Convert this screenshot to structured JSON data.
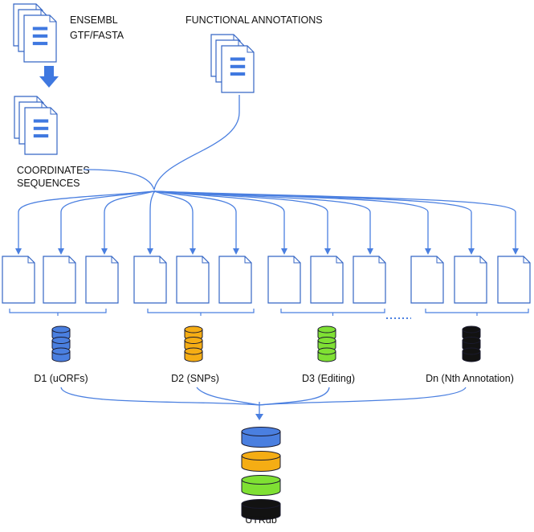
{
  "labels": {
    "source": [
      "ENSEMBL",
      "GTF/FASTA"
    ],
    "functional": "FUNCTIONAL ANNOTATIONS",
    "coordinates": [
      "COORDINATES",
      "SEQUENCES"
    ],
    "final_db": "UTRdb"
  },
  "databases": [
    {
      "label": "D1 (uORFs)",
      "color": "#4a7fe0"
    },
    {
      "label": "D2 (SNPs)",
      "color": "#f5ad14"
    },
    {
      "label": "D3 (Editing)",
      "color": "#7fe033"
    },
    {
      "label": "Dn (Nth Annotation)",
      "color": "#121212"
    }
  ],
  "colors": {
    "line": "#4a7fe0",
    "doc_border": "#3566c5",
    "doc_stripe": "#3f78e0",
    "ellipsis": "#4a7fe0"
  },
  "icons": {
    "document-stack": "stacked pages with three blue lines",
    "blank-page": "folded-corner page",
    "database": "stacked cylinders"
  }
}
